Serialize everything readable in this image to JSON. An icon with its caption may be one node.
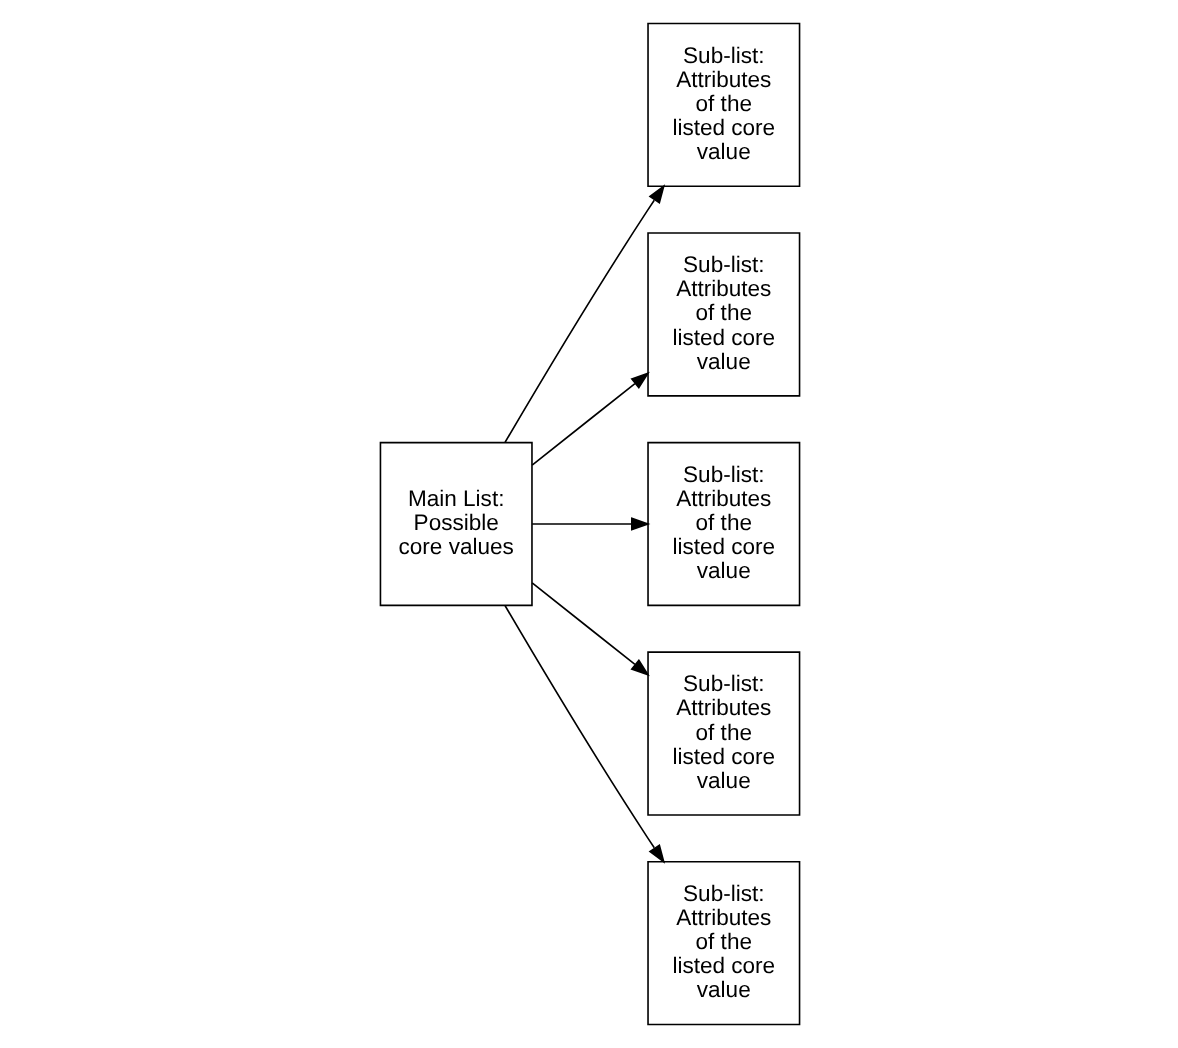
{
  "diagram": {
    "nodes": [
      {
        "text": [
          "Main List: Possible core values"
        ]
      },
      {
        "text": [
          "Sub-list: Attributes of the listed core value"
        ]
      },
      {
        "text": [
          "Sub-list: Attributes of the listed core value"
        ]
      },
      {
        "text": [
          "Sub-list: Attributes of the listed core value"
        ]
      },
      {
        "text": [
          "Sub-list: Attributes of the listed core value"
        ]
      },
      {
        "text": [
          "Sub-list: Attributes of the listed core value"
        ]
      }
    ],
    "edges": [
      {
        "from": 0,
        "to": 1,
        "arrow": "to"
      },
      {
        "from": 0,
        "to": 2,
        "arrow": "to"
      },
      {
        "from": 0,
        "to": 3,
        "arrow": "to"
      },
      {
        "from": 0,
        "to": 4,
        "arrow": "to"
      },
      {
        "from": 0,
        "to": 5,
        "arrow": "to"
      }
    ]
  }
}
